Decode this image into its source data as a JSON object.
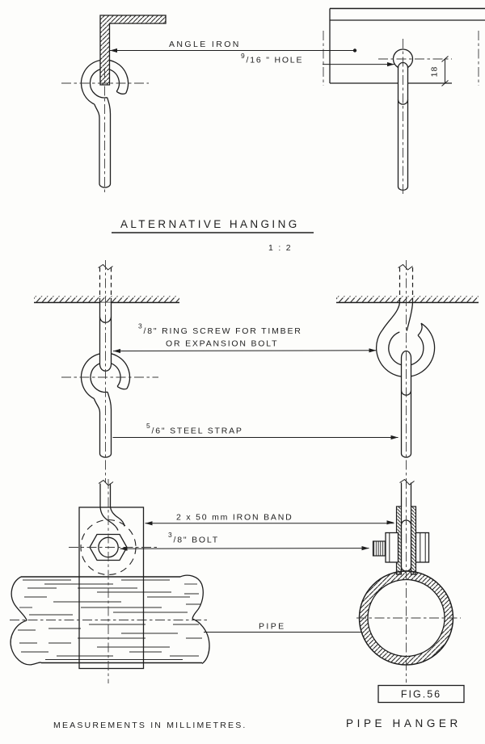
{
  "colors": {
    "paper": "#fdfdfb",
    "ink": "#1e1e1e"
  },
  "top_section": {
    "angle_iron_label": "ANGLE IRON",
    "hole_label": {
      "sup": "9",
      "rest": "/16 \" HOLE"
    },
    "dim_18": "18"
  },
  "title_block": {
    "title": "ALTERNATIVE HANGING",
    "scale": "1 : 2"
  },
  "middle_section": {
    "ring_screw_label": {
      "sup": "3",
      "rest": "/8\" RING SCREW FOR TIMBER",
      "line2": "OR EXPANSION BOLT"
    },
    "steel_strap_label": {
      "sup": "5",
      "rest": "/6\" STEEL STRAP"
    }
  },
  "bottom_section": {
    "iron_band_label": "2 x 50 mm IRON BAND",
    "bolt_label": {
      "sup": "3",
      "rest": "/8\" BOLT"
    },
    "pipe_label": "PIPE",
    "figure_number": "FIG.56",
    "caption": "PIPE HANGER",
    "note": "MEASUREMENTS IN MILLIMETRES."
  }
}
